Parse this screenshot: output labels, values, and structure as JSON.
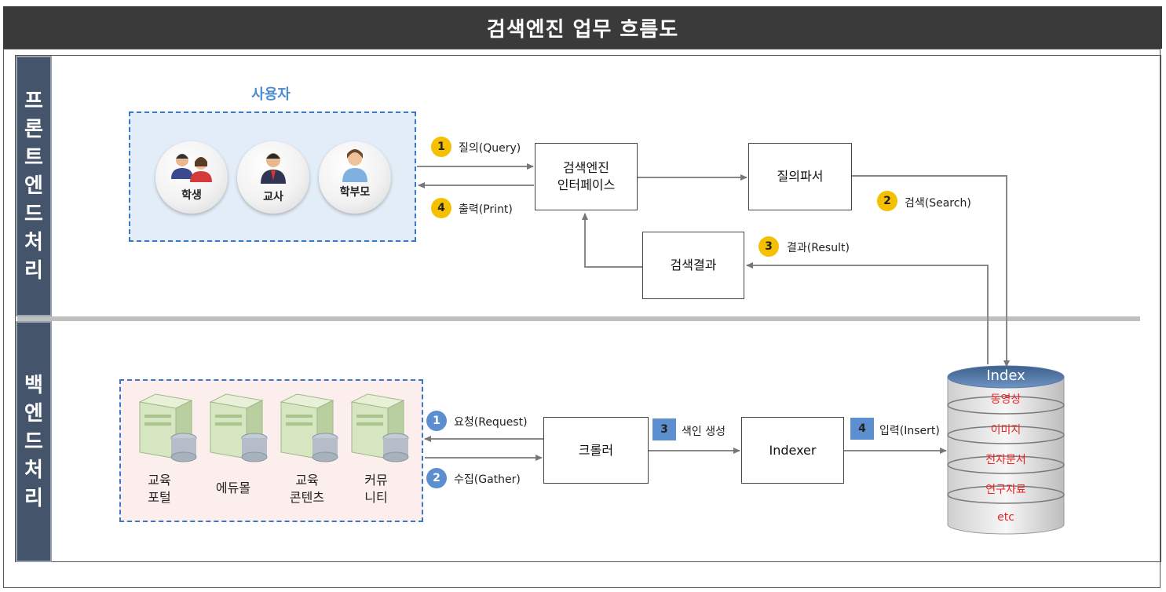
{
  "title": "검색엔진 업무 흐름도",
  "front_section": {
    "label_chars": [
      "프",
      "론",
      "트",
      "엔",
      "드",
      "처",
      "리"
    ]
  },
  "back_section": {
    "label_chars": [
      "백",
      "엔",
      "드",
      "처",
      "리"
    ]
  },
  "users": {
    "label": "사용자",
    "items": [
      {
        "label": "학생",
        "icon": "students-icon"
      },
      {
        "label": "교사",
        "icon": "teacher-icon"
      },
      {
        "label": "학부모",
        "icon": "parent-icon"
      }
    ]
  },
  "front_boxes": {
    "interface_line1": "검색엔진",
    "interface_line2": "인터페이스",
    "parser": "질의파서",
    "result": "검색결과"
  },
  "front_steps": [
    {
      "num": "1",
      "label": "질의(Query)"
    },
    {
      "num": "2",
      "label": "검색(Search)"
    },
    {
      "num": "3",
      "label": "결과(Result)"
    },
    {
      "num": "4",
      "label": "출력(Print)"
    }
  ],
  "servers": [
    {
      "line1": "교육",
      "line2": "포털"
    },
    {
      "line1": "에듀몰",
      "line2": ""
    },
    {
      "line1": "교육",
      "line2": "콘텐츠"
    },
    {
      "line1": "커뮤",
      "line2": "니티"
    }
  ],
  "back_boxes": {
    "crawler": "크롤러",
    "indexer": "Indexer"
  },
  "back_steps": [
    {
      "num": "1",
      "label": "요청(Request)"
    },
    {
      "num": "2",
      "label": "수집(Gather)"
    },
    {
      "num": "3",
      "label": "색인 생성"
    },
    {
      "num": "4",
      "label": "입력(Insert)"
    }
  ],
  "index_db": {
    "title": "Index",
    "layers": [
      "동영상",
      "이미지",
      "전자문서",
      "연구자료",
      "etc"
    ]
  },
  "colors": {
    "title_bg": "#3a3a3a",
    "sidebar_bg": "#44546a",
    "badge_yellow": "#f5c000",
    "badge_blue": "#5b8fd0",
    "db_text": "#ee2222"
  }
}
